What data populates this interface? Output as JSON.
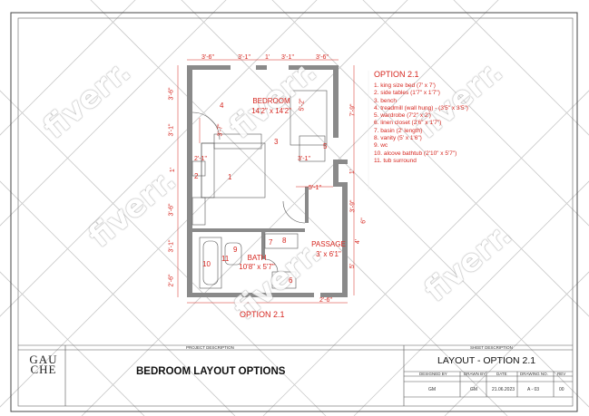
{
  "plan": {
    "dims": {
      "top_1": "3'-6\"",
      "top_2": "3'-1\"",
      "top_3": "1'",
      "top_4": "3'-1\"",
      "top_5": "3'-6\"",
      "left_1": "3'-6\"",
      "left_2": "3'-1\"",
      "left_3": "1'",
      "left_4": "3'-6\"",
      "left_5": "3'-1\"",
      "left_6": "2'-6\"",
      "right_1": "7'-9\"",
      "right_2": "1'",
      "right_3": "3'-9\"",
      "right_4": "4'",
      "right_5": "5'",
      "right_6": "6\"",
      "in_1": "3'-7\"",
      "in_2": "2'-1\"",
      "in_3": "3'-1\"",
      "in_4": "5'-1\"",
      "in_5": "5'-2\"",
      "bottom_1": "2'-6\""
    },
    "rooms": {
      "bedroom_name": "BEDROOM",
      "bedroom_size": "14'2\" x 14'2\"",
      "bath_name": "BATH",
      "bath_size": "10'8\" x 5'7\"",
      "passage_name": "PASSAGE",
      "passage_size": "3' x 6'1\""
    },
    "numbers": [
      "1",
      "2",
      "3",
      "4",
      "5",
      "6",
      "7",
      "8",
      "9",
      "10",
      "11"
    ],
    "caption": "OPTION 2.1"
  },
  "legend": {
    "title": "OPTION 2.1",
    "items": [
      "1.    king size bed (7' x 7')",
      "2.    side tables (1'7\" x 1'7\")",
      "3.    bench",
      "4.    treadmill (wall hung) - (3'5\" x 3'5\")",
      "5.    wardrobe (7'2\" x 2')",
      "6.    linen closet (2'6\" x 1'7\")",
      "7.    basin (2' length)",
      "8.    vanity (5' x 1'6\")",
      "9.    wc",
      "10.   alcove bathtub (2'10\" x 5'7\")",
      "11.   tub surround"
    ]
  },
  "title_block": {
    "logo_text": "GAUCHE",
    "project_label": "PROJECT DESCRIPTION",
    "project_title": "BEDROOM LAYOUT OPTIONS",
    "sheet_label": "SHEET DESCRIPTION",
    "sheet_title": "LAYOUT - OPTION 2.1",
    "headers": [
      "DESIGNED BY",
      "DRAWN BY",
      "DATE",
      "DRAWING NO.",
      "REV"
    ],
    "values": [
      "GM",
      "GM",
      "21.06.2023",
      "A - 03",
      "00"
    ]
  },
  "watermark": "fiverr."
}
